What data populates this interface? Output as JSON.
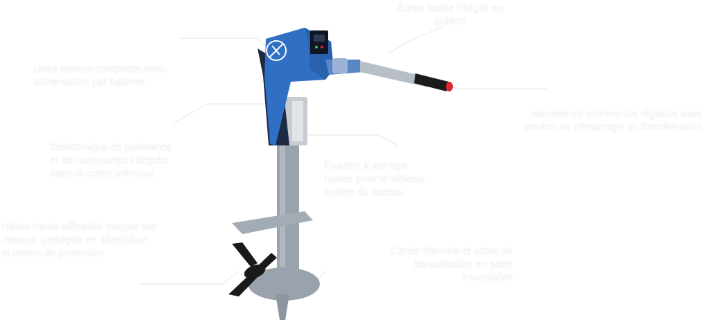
{
  "colors": {
    "background": "#ffffff",
    "label_text": "#ffffff",
    "leader_line": "#e6e6e6",
    "housing_blue": "#2f6fc4",
    "shaft_grey": "#9aa3ad",
    "grip_black": "#1b1b1b",
    "cap_red": "#e0262f"
  },
  "callouts": {
    "display": [
      "Écran tactile intégré au",
      "guidon"
    ],
    "housing": [
      "Unité moteur compacte avec",
      "alimentation par batterie"
    ],
    "tiller": [
      "Manette de commande réglable avec",
      "bouton de démarrage et d'accélération"
    ],
    "electronics": [
      "Électronique de puissance",
      "et de commande intégrée",
      "dans le carter principal"
    ],
    "clamp": [
      "Fixation à serrage",
      "rapide pour le tableau",
      "arrière du bateau"
    ],
    "propeller": [
      "Hélice haute efficacité conçue sur",
      "mesure, protégée en aluminium",
      "et dérive de protection"
    ],
    "skeg": [
      "Carter étanche et arbre de",
      "transmission en acier",
      "inoxydable"
    ]
  },
  "icons": {
    "logo": "propeller-logo-icon",
    "display": "lcd-display-icon"
  }
}
